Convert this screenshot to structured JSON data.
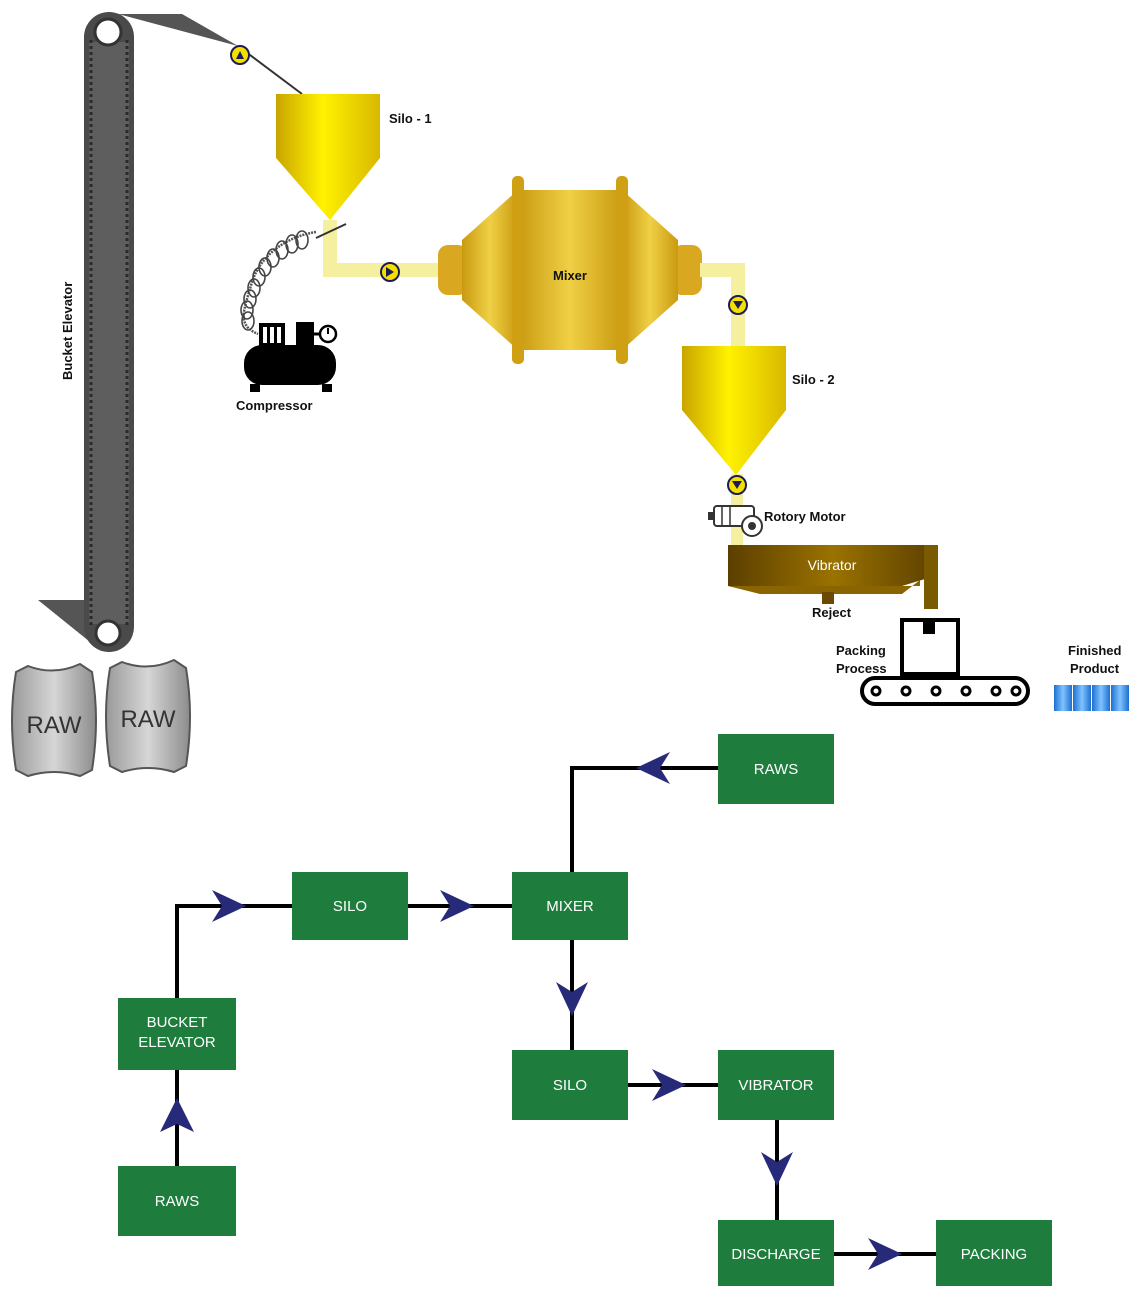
{
  "colors": {
    "silo_yellow": "#f2dd10",
    "silo_dark": "#c9a400",
    "pipe": "#f4f0a0",
    "mixer_gold": "#e3b91c",
    "vibrator": "#7a5600",
    "box_green": "#1e7d3c",
    "arrow_navy": "#272a78",
    "elevator_gray": "#555555",
    "bag_gray": "#b8b8b8"
  },
  "process": {
    "bucket_elevator": "Bucket Elevator",
    "silo1": "Silo - 1",
    "mixer": "Mixer",
    "compressor": "Compressor",
    "silo2": "Silo - 2",
    "rotary_motor": "Rotory Motor",
    "vibrator": "Vibrator",
    "reject": "Reject",
    "packing_line1": "Packing",
    "packing_line2": "Process",
    "finished_line1": "Finished",
    "finished_line2": "Product",
    "raw_bag1": "RAW",
    "raw_bag2": "RAW"
  },
  "flowchart": {
    "raws_top": "RAWS",
    "silo_a": "SILO",
    "mixer": "MIXER",
    "bucket_line1": "BUCKET",
    "bucket_line2": "ELEVATOR",
    "silo_b": "SILO",
    "vibrator": "VIBRATOR",
    "raws_bottom": "RAWS",
    "discharge": "DISCHARGE",
    "packing": "PACKING"
  }
}
